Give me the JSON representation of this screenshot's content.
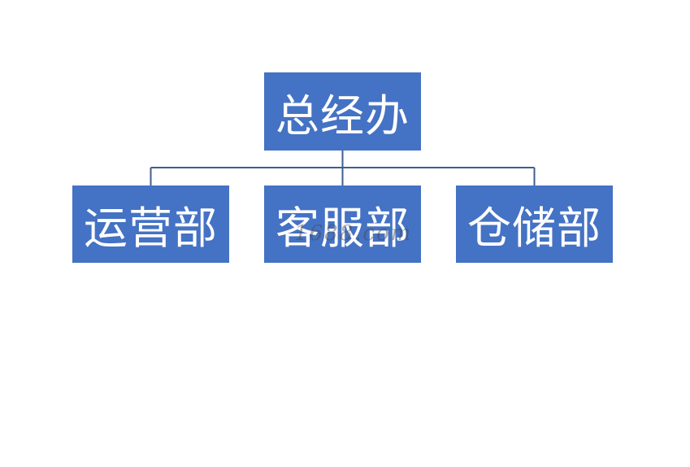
{
  "org_chart": {
    "root": {
      "label": "总经办"
    },
    "children": [
      {
        "label": "运营部"
      },
      {
        "label": "客服部"
      },
      {
        "label": "仓储部"
      }
    ]
  },
  "watermark": {
    "text": "1688.com"
  },
  "colors": {
    "node_fill": "#4472C4",
    "node_text": "#FFFFFF",
    "connector": "#3F5F8F",
    "background": "#FFFFFF"
  }
}
